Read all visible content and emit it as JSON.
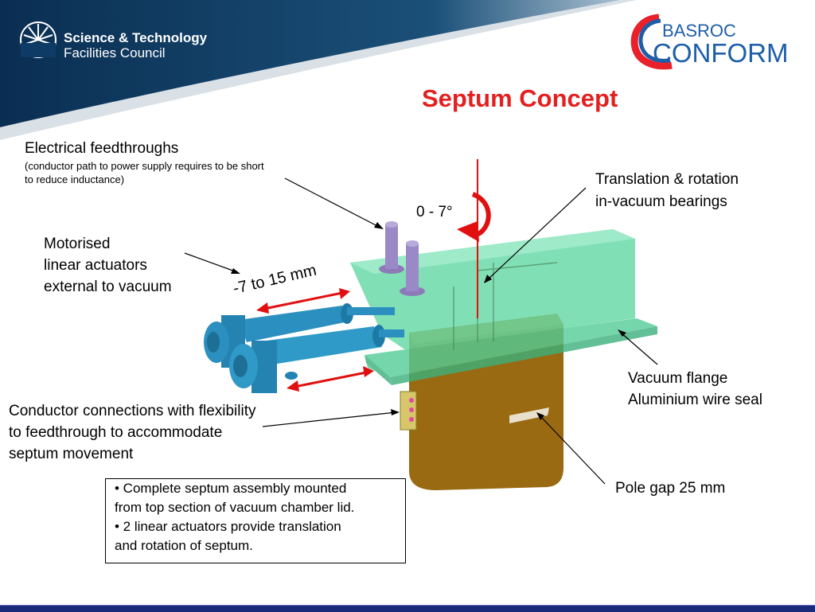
{
  "header": {
    "org_line1": "Science & Technology",
    "org_line2": "Facilities Council",
    "partner_line1": "BASROC",
    "partner_line2": "CONFORM",
    "title": "Septum Concept"
  },
  "labels": {
    "feedthroughs_title": "Electrical feedthroughs",
    "feedthroughs_note_line1": "(conductor path to power supply requires to be short",
    "feedthroughs_note_line2": "to reduce inductance)",
    "actuators_line1": "Motorised",
    "actuators_line2": "linear actuators",
    "actuators_line3": "external to vacuum",
    "bearings_line1": "Translation & rotation",
    "bearings_line2": "in-vacuum bearings",
    "angle": "0 - 7°",
    "stroke": "-7 to 15 mm",
    "flange_line1": "Vacuum flange",
    "flange_line2": "Aluminium wire seal",
    "conductor_line1": "Conductor connections with flexibility",
    "conductor_line2": "to feedthrough to accommodate",
    "conductor_line3": "septum movement",
    "pole_gap": "Pole gap 25 mm"
  },
  "notes": {
    "bullet1_line1": "•   Complete septum assembly mounted",
    "bullet1_line2": "from top section of vacuum chamber lid.",
    "bullet2_line1": "•   2 linear actuators provide translation",
    "bullet2_line2": "and rotation of septum."
  },
  "colors": {
    "header_navy": "#0d3b66",
    "title_red": "#e41f1f",
    "flange_green": "#5fd6a0",
    "actuator_blue": "#2b8fbf",
    "septum_brown": "#9a6a12",
    "arrow_red": "#e01010",
    "footer_navy": "#1b2a7a"
  }
}
